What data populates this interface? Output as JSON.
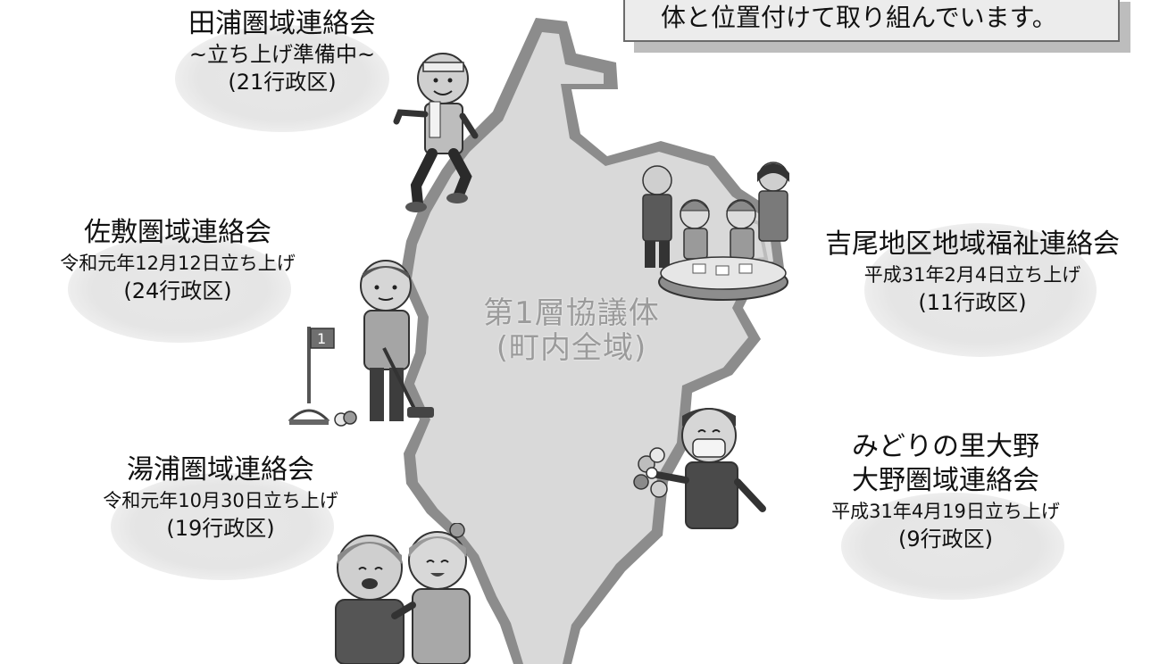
{
  "notice": {
    "text": "体と位置付けて取り組んでいます。"
  },
  "center": {
    "line1": "第1層協議体",
    "line2": "(町内全域)"
  },
  "districts": {
    "tanoura": {
      "name": "田浦圏域連絡会",
      "status": "~立ち上げ準備中~",
      "count": "(21行政区)"
    },
    "shiki": {
      "name": "佐敷圏域連絡会",
      "date": "令和元年12月12日立ち上げ",
      "count": "(24行政区)"
    },
    "yunoura": {
      "name": "湯浦圏域連絡会",
      "date": "令和元年10月30日立ち上げ",
      "count": "(19行政区)"
    },
    "yoshio": {
      "name": "吉尾地区地域福祉連絡会",
      "date": "平成31年2月4日立ち上げ",
      "count": "(11行政区)"
    },
    "ono": {
      "name1": "みどりの里大野",
      "name2": "大野圏域連絡会",
      "date": "平成31年4月19日立ち上げ",
      "count": "(9行政区)"
    }
  },
  "icons": {
    "flag_number": "1"
  },
  "colors": {
    "map_fill": "#d9d9d9",
    "map_outline": "#8c8c8c",
    "center_text": "#9b9b9b",
    "notice_bg": "#ececec"
  }
}
